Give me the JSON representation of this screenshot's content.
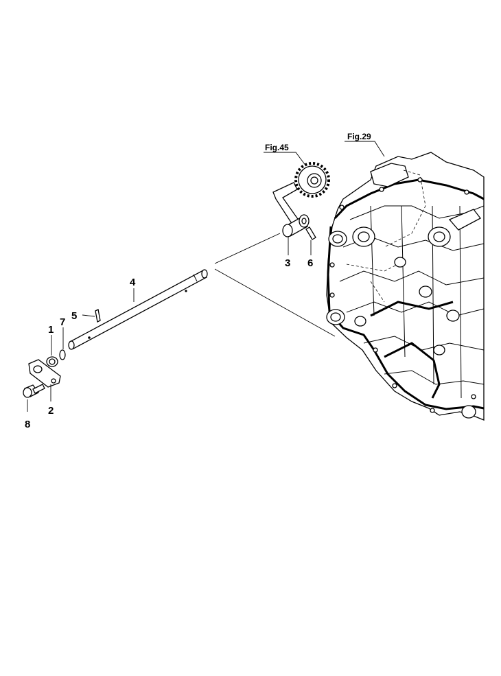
{
  "figure_refs": {
    "fig45": "Fig.45",
    "fig29": "Fig.29"
  },
  "callouts": {
    "c1": "1",
    "c2": "2",
    "c3": "3",
    "c4": "4",
    "c5": "5",
    "c6": "6",
    "c7": "7",
    "c8": "8"
  }
}
